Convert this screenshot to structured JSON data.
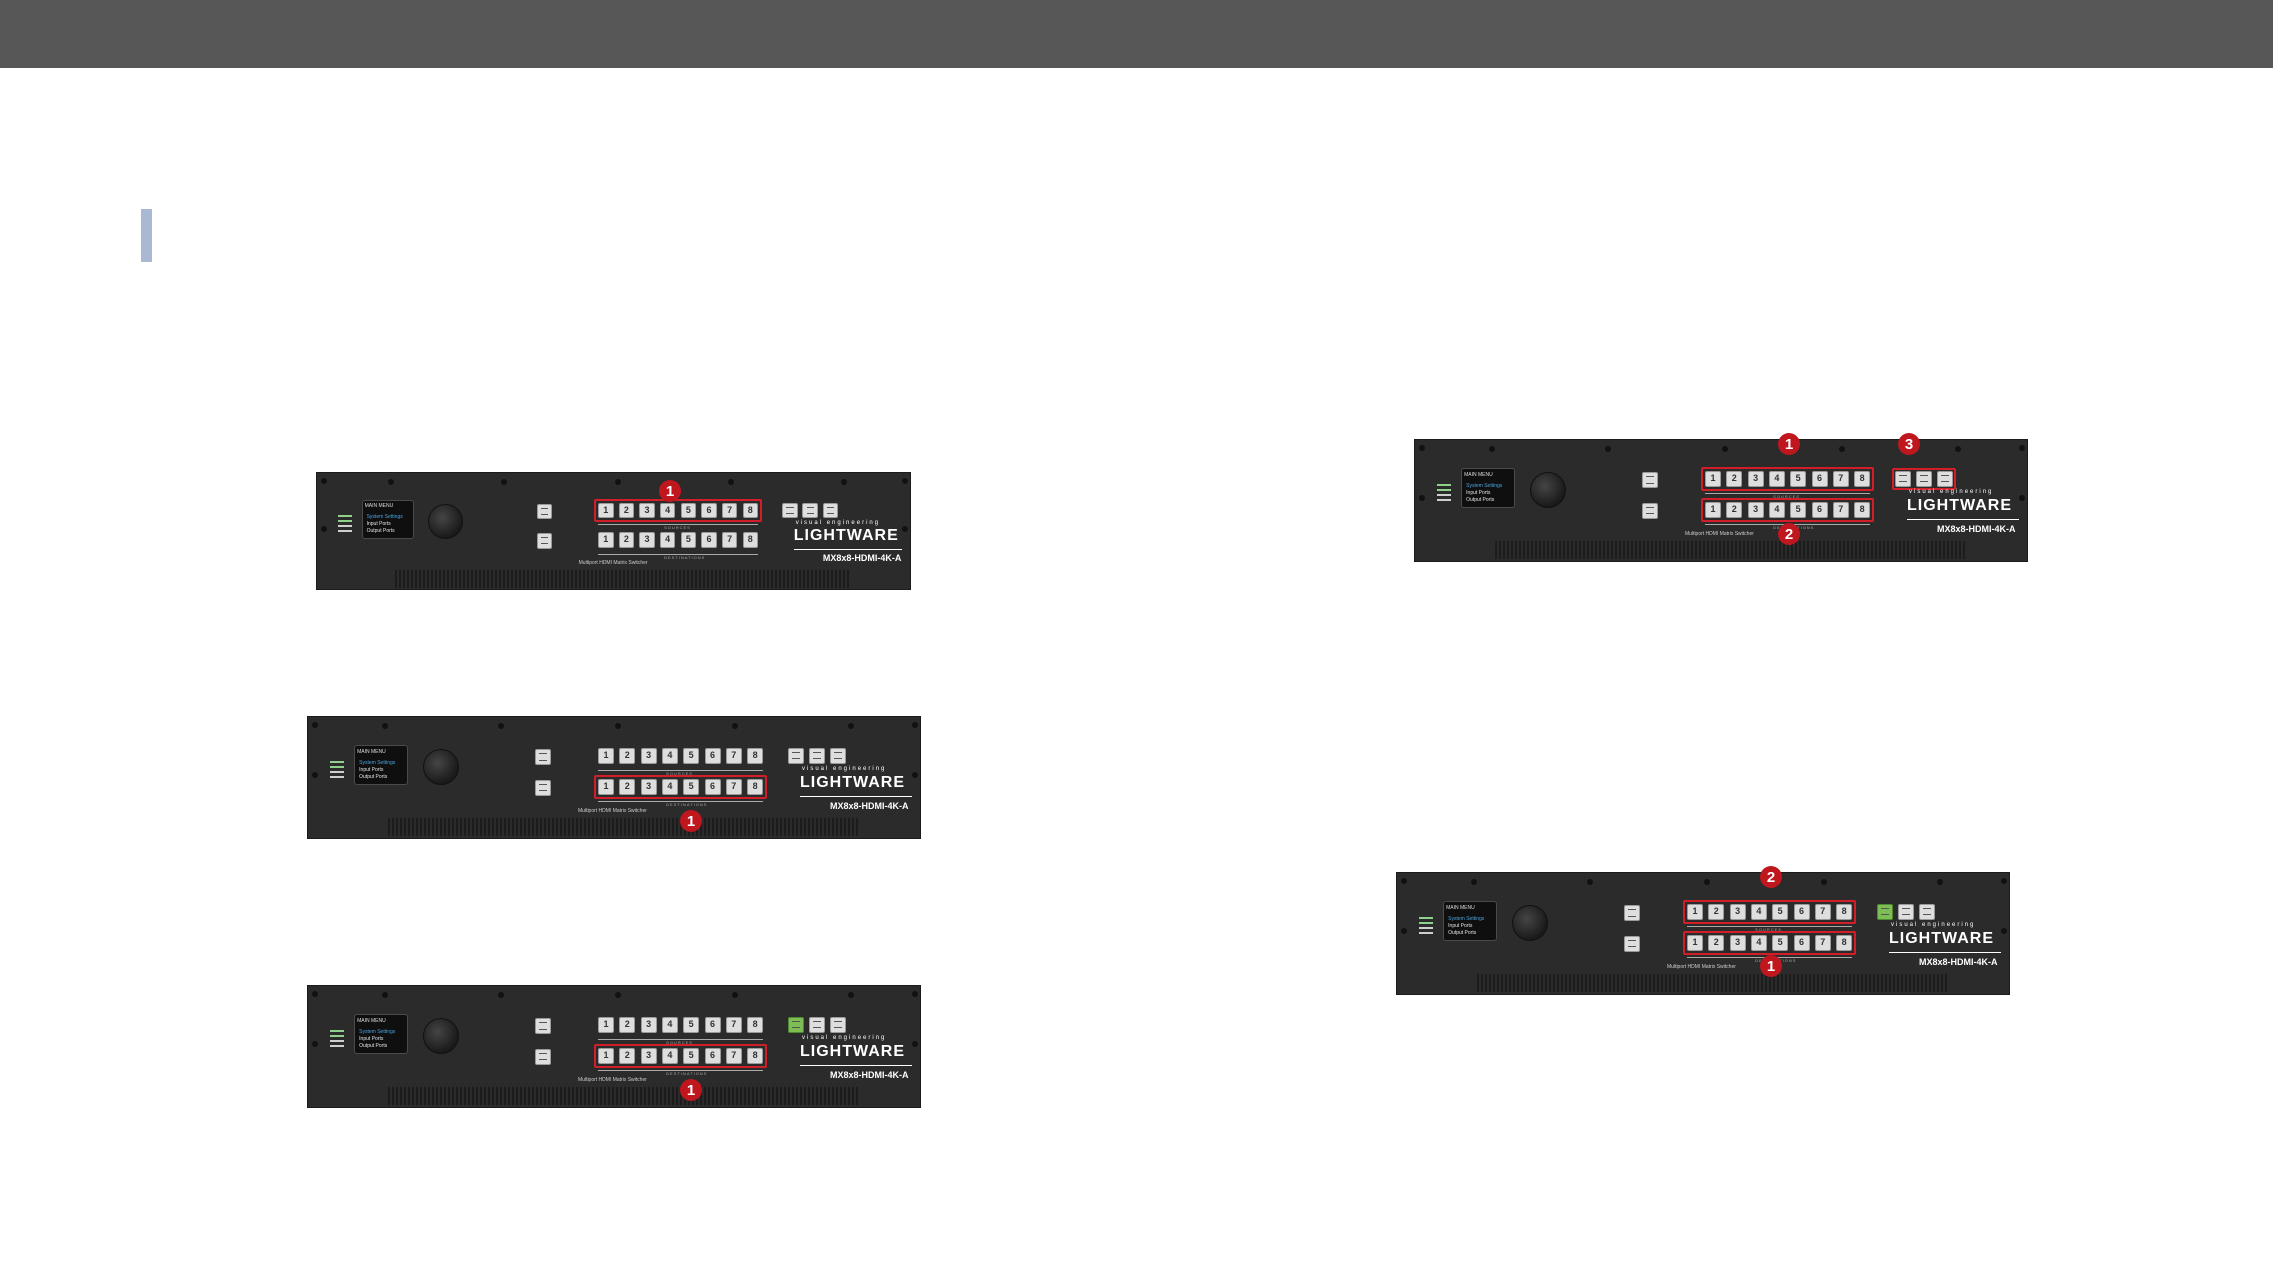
{
  "panel": {
    "lcd_title": "MAIN MENU",
    "menu": [
      "System Settings",
      "Input Ports",
      "Output Ports"
    ],
    "sources_caption": "SOURCES",
    "destinations_caption": "DESTINATIONS",
    "product_line": "Multiport HDMI Matrix Switcher",
    "tagline": "visual engineering",
    "brand": "LIGHTWARE",
    "model": "MX8x8-HDMI-4K-A",
    "port_numbers": [
      "1",
      "2",
      "3",
      "4",
      "5",
      "6",
      "7",
      "8"
    ]
  },
  "colors": {
    "header_bar": "#575757",
    "section_marker": "#a9b9d4",
    "panel": "#2b2b2b",
    "highlight": "#d01f28",
    "badge": "#c0161e",
    "active_button": "#7dbd54"
  },
  "figures": [
    {
      "id": "fig-sources-selected",
      "sources_highlight": true,
      "destinations_highlight": false,
      "control_highlight": false,
      "green_button": false,
      "badges": [
        "1"
      ]
    },
    {
      "id": "fig-destinations-selected",
      "sources_highlight": false,
      "destinations_highlight": true,
      "control_highlight": false,
      "green_button": false,
      "badges": [
        "1"
      ]
    },
    {
      "id": "fig-destinations-green",
      "sources_highlight": false,
      "destinations_highlight": true,
      "control_highlight": false,
      "green_button": true,
      "badges": [
        "1"
      ]
    },
    {
      "id": "fig-three-step",
      "sources_highlight": true,
      "destinations_highlight": true,
      "control_highlight": true,
      "green_button": false,
      "badges": [
        "1",
        "3",
        "2"
      ]
    },
    {
      "id": "fig-two-step",
      "sources_highlight": true,
      "destinations_highlight": true,
      "control_highlight": false,
      "green_button": true,
      "badges": [
        "2",
        "1"
      ]
    }
  ]
}
